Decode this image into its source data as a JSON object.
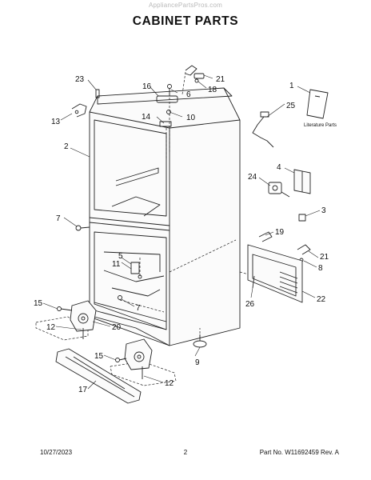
{
  "header": {
    "watermark": "AppliancePartsPros.com",
    "title": "CABINET PARTS"
  },
  "literature": {
    "label": "Literature Parts"
  },
  "callouts": [
    {
      "key": "c23",
      "label": "23"
    },
    {
      "key": "c13",
      "label": "13"
    },
    {
      "key": "c2",
      "label": "2"
    },
    {
      "key": "c7a",
      "label": "7"
    },
    {
      "key": "c16",
      "label": "16"
    },
    {
      "key": "c6",
      "label": "6"
    },
    {
      "key": "c14",
      "label": "14"
    },
    {
      "key": "c10",
      "label": "10"
    },
    {
      "key": "c21a",
      "label": "21"
    },
    {
      "key": "c18",
      "label": "18"
    },
    {
      "key": "c1",
      "label": "1"
    },
    {
      "key": "c25",
      "label": "25"
    },
    {
      "key": "c4",
      "label": "4"
    },
    {
      "key": "c24",
      "label": "24"
    },
    {
      "key": "c3",
      "label": "3"
    },
    {
      "key": "c19",
      "label": "19"
    },
    {
      "key": "c21b",
      "label": "21"
    },
    {
      "key": "c8",
      "label": "8"
    },
    {
      "key": "c22",
      "label": "22"
    },
    {
      "key": "c26",
      "label": "26"
    },
    {
      "key": "c5",
      "label": "5"
    },
    {
      "key": "c11",
      "label": "11"
    },
    {
      "key": "c7b",
      "label": "7"
    },
    {
      "key": "c15a",
      "label": "15"
    },
    {
      "key": "c12a",
      "label": "12"
    },
    {
      "key": "c20",
      "label": "20"
    },
    {
      "key": "c9",
      "label": "9"
    },
    {
      "key": "c15b",
      "label": "15"
    },
    {
      "key": "c12b",
      "label": "12"
    },
    {
      "key": "c17",
      "label": "17"
    }
  ],
  "footer": {
    "date": "10/27/2023",
    "page": "2",
    "part_number": "Part No. W11692459  Rev. A"
  }
}
